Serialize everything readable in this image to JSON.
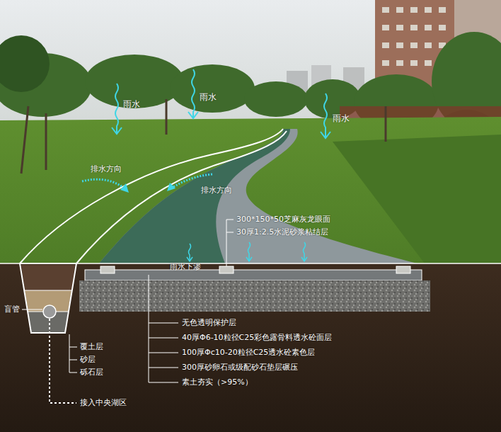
{
  "diagram": {
    "labels": [
      "雨水",
      "雨水",
      "雨水",
      "排水方向",
      "排水方向",
      "300*150*50芝麻灰龙眼面",
      "30厚1:2.5水泥砂浆粘结层",
      "雨水下渗",
      "盲管",
      "覆土层",
      "砂层",
      "砾石层",
      "接入中央湖区",
      "无色透明保护层",
      "40厚Φ6-10粒径C25彩色露骨料透水砼面层",
      "100厚Φc10-20粒径C25透水砼素色层",
      "300厚砂卵石或级配砂石垫层碾压",
      "素土夯实（>95%）"
    ]
  }
}
